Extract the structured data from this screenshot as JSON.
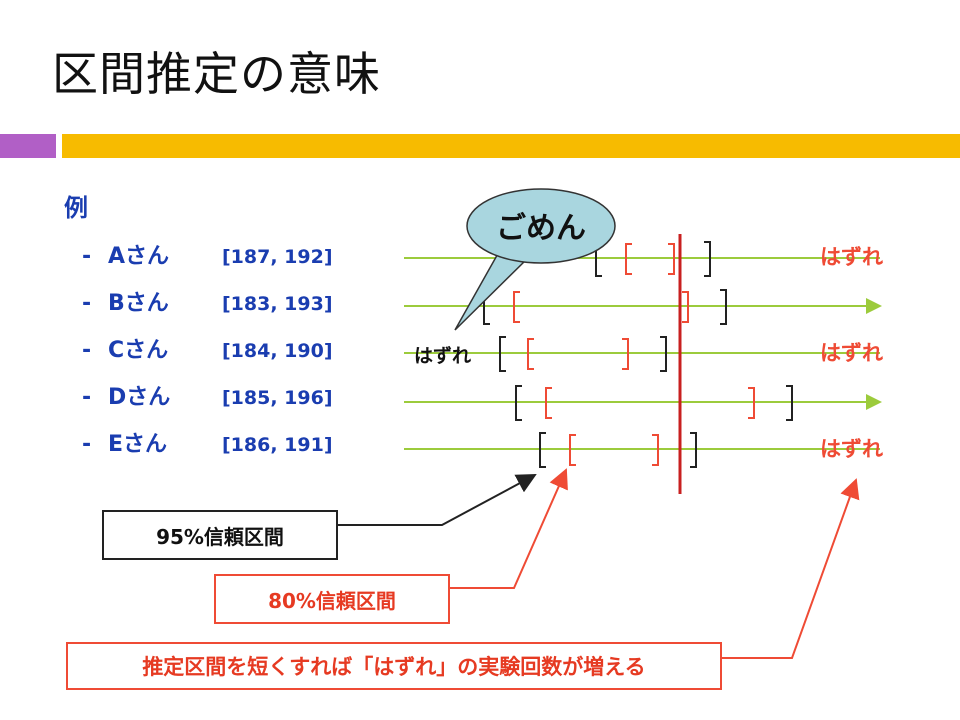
{
  "title": "区間推定の意味",
  "colors": {
    "purple": "#b15fc6",
    "gold": "#f7bb00",
    "blue": "#1a3db0",
    "green": "#9ccb3c",
    "red": "#ef4b35",
    "truth": "#c82020",
    "bubble": "#a9d6df"
  },
  "example_label": "例",
  "rows": [
    {
      "dash": "-",
      "name": "Aさん",
      "interval": "[187,  192]",
      "result": "はずれ"
    },
    {
      "dash": "-",
      "name": "Bさん",
      "interval": "[183,  193]",
      "result": ""
    },
    {
      "dash": "-",
      "name": "Cさん",
      "interval": "[184,  190]",
      "result": "はずれ"
    },
    {
      "dash": "-",
      "name": "Dさん",
      "interval": "[185,  196]",
      "result": ""
    },
    {
      "dash": "-",
      "name": "Eさん",
      "interval": "[186,  191]",
      "result": "はずれ"
    }
  ],
  "bubble_text": "ごめん",
  "miss_label": "はずれ",
  "labels": {
    "ci95": "95%信頼区間",
    "ci80": "80%信頼区間",
    "note": "推定区間を短くすれば「はずれ」の実験回数が増える"
  }
}
